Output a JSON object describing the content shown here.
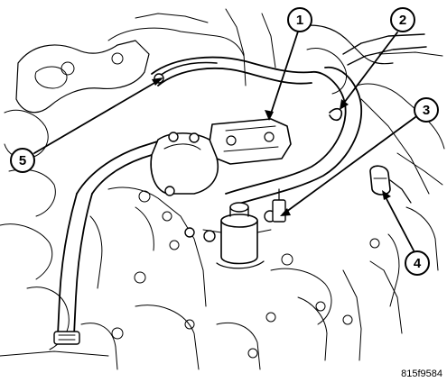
{
  "diagram": {
    "callouts": [
      {
        "id": "callout-1",
        "label": "1"
      },
      {
        "id": "callout-2",
        "label": "2"
      },
      {
        "id": "callout-3",
        "label": "3"
      },
      {
        "id": "callout-4",
        "label": "4"
      },
      {
        "id": "callout-5",
        "label": "5"
      }
    ],
    "reference": "815f9584"
  }
}
